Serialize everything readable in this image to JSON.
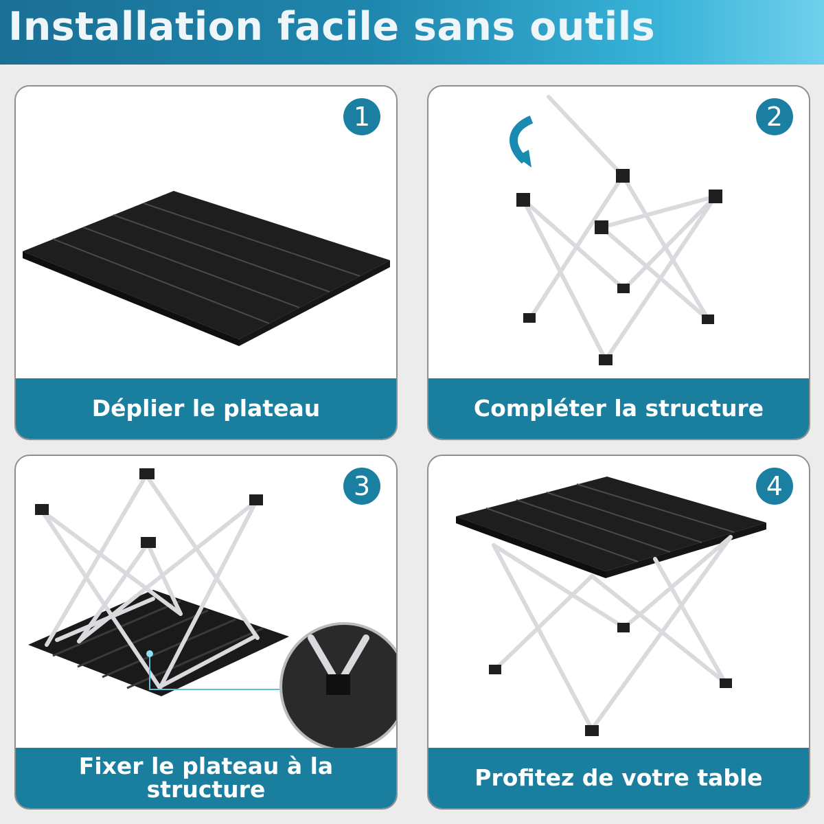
{
  "header": {
    "title": "Installation facile sans outils"
  },
  "steps": [
    {
      "number": "1",
      "label": "Déplier le plateau"
    },
    {
      "number": "2",
      "label": "Compléter la structure"
    },
    {
      "number": "3",
      "label": "Fixer le plateau à la structure"
    },
    {
      "number": "4",
      "label": "Profitez de votre table"
    }
  ],
  "colors": {
    "accent": "#1a7e9f",
    "banner_gradient_start": "#1b6f95",
    "banner_gradient_end": "#6fd0ec",
    "tabletop": "#1e1e1e",
    "frame": "#d8dadd"
  }
}
